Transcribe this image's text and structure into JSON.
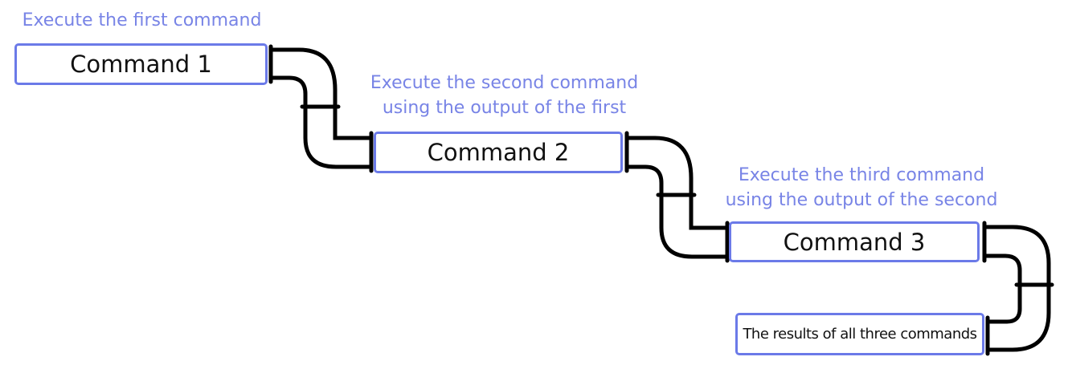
{
  "diagram": {
    "captions": [
      {
        "lines": [
          "Execute the first command"
        ]
      },
      {
        "lines": [
          "Execute the second command",
          "using the output of the first"
        ]
      },
      {
        "lines": [
          "Execute the third command",
          "using the output of the second"
        ]
      }
    ],
    "commands": [
      {
        "label": "Command 1"
      },
      {
        "label": "Command 2"
      },
      {
        "label": "Command 3"
      }
    ],
    "result": {
      "label": "The results of all three commands"
    }
  },
  "colors": {
    "accent": "#6b7ae8",
    "caption_text": "#7884e6",
    "pipe": "#000000"
  }
}
